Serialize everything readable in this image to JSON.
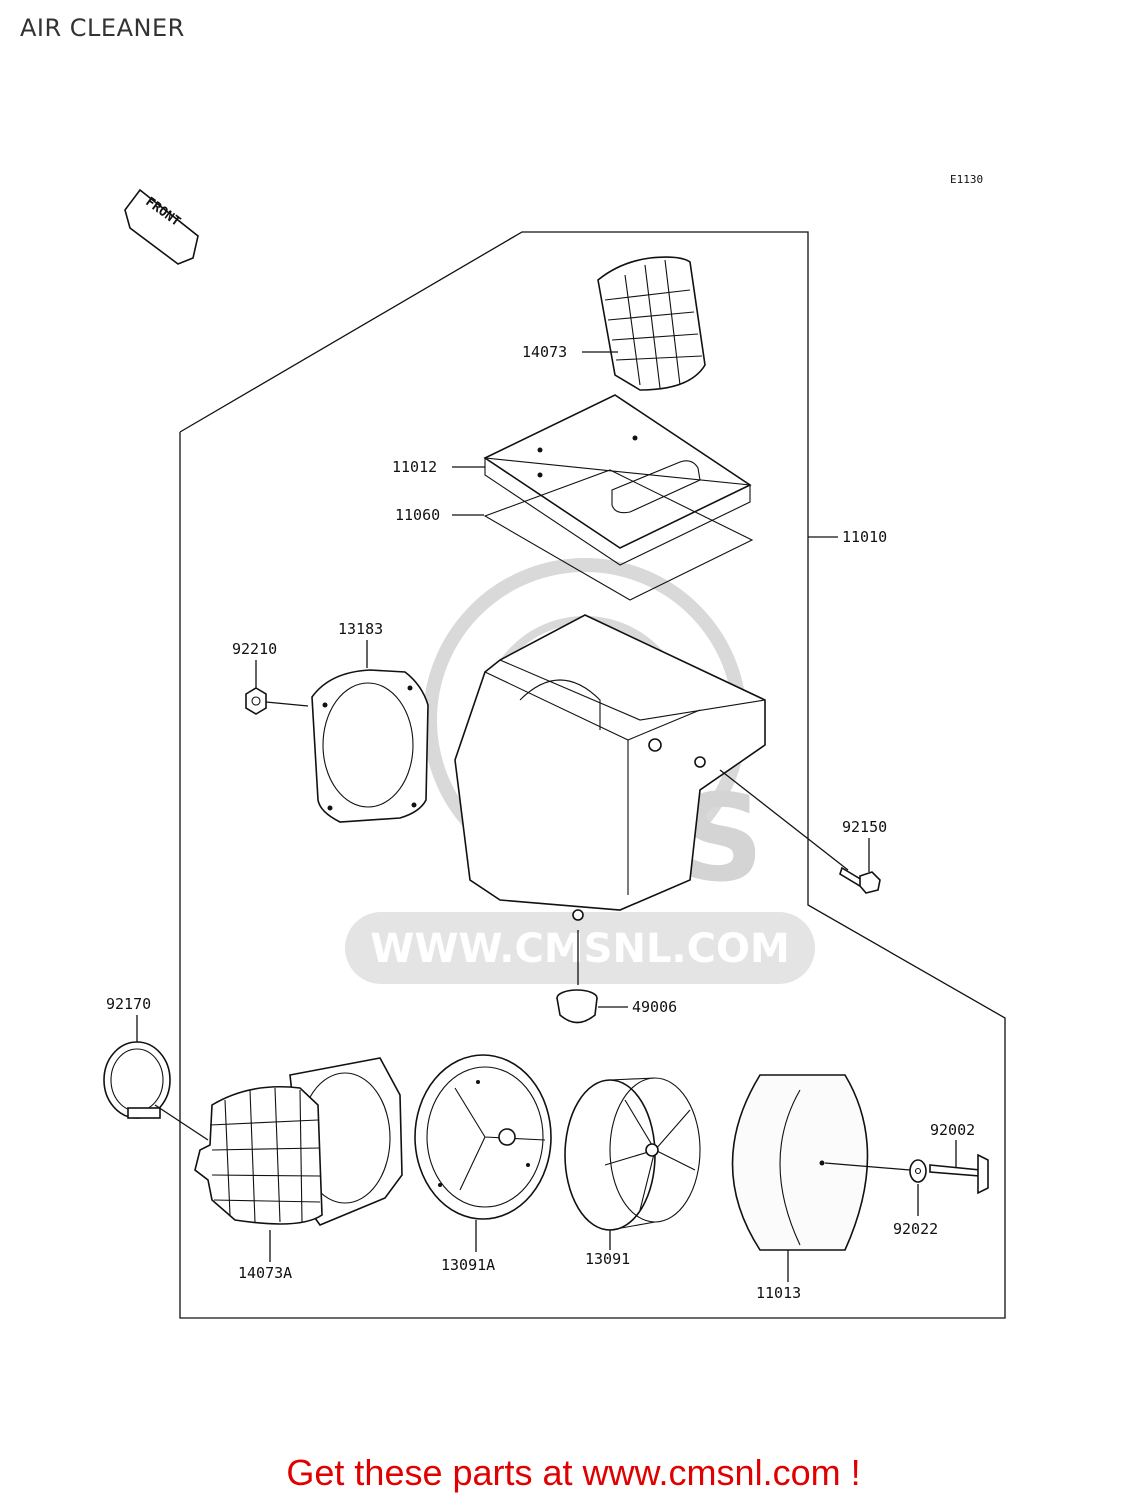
{
  "title": "AIR CLEANER",
  "diagram_code": "E1130",
  "front_label": "FRONT",
  "watermark_text": "WWW.CMSNL.COM",
  "watermark_logo": "CMS",
  "parts": {
    "p14073": "14073",
    "p11012": "11012",
    "p11060": "11060",
    "p11010": "11010",
    "p13183": "13183",
    "p92210": "92210",
    "p92150": "92150",
    "p49006": "49006",
    "p92170": "92170",
    "p14073A": "14073A",
    "p13091A": "13091A",
    "p13091": "13091",
    "p11013": "11013",
    "p92002": "92002",
    "p92022": "92022"
  },
  "promo_text": "Get these parts at www.cmsnl.com !",
  "colors": {
    "promo": "#e00000",
    "lines": "#111111",
    "watermark": "#d9d9d9"
  }
}
